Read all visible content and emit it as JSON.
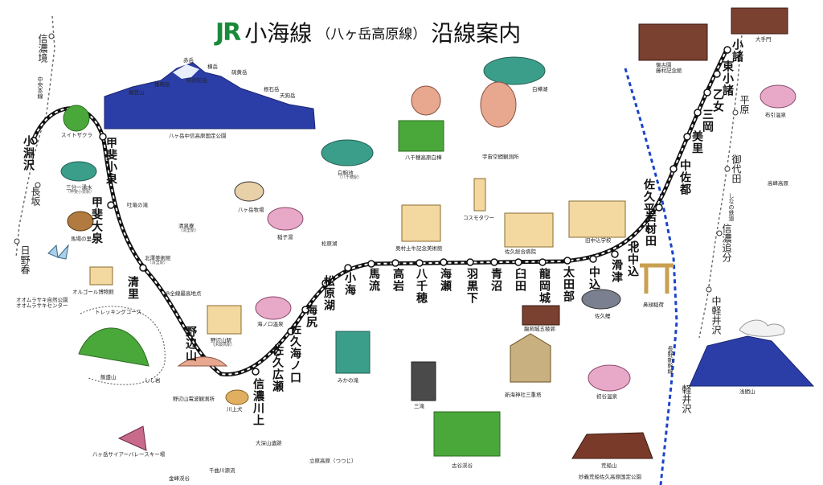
{
  "title": {
    "logo": "JR",
    "line": "小海線",
    "nickname": "（八ヶ岳高原線）",
    "suffix": "沿線案内"
  },
  "stations": [
    {
      "id": "kobuchizawa",
      "name": "小淵沢"
    },
    {
      "id": "kai-koizumi",
      "name": "甲斐小泉"
    },
    {
      "id": "kai-oizumi",
      "name": "甲斐大泉"
    },
    {
      "id": "kiyosato",
      "name": "清里"
    },
    {
      "id": "nobeyama",
      "name": "野辺山"
    },
    {
      "id": "shinano-kawakami",
      "name": "信濃川上"
    },
    {
      "id": "saku-hirose",
      "name": "佐久広瀬"
    },
    {
      "id": "saku-uminokuchi",
      "name": "佐久海ノ口"
    },
    {
      "id": "umijiri",
      "name": "海尻"
    },
    {
      "id": "matsubarako",
      "name": "松原湖"
    },
    {
      "id": "koumi",
      "name": "小海"
    },
    {
      "id": "maruyama",
      "name": "馬流"
    },
    {
      "id": "takaiwa",
      "name": "高岩"
    },
    {
      "id": "yachiho",
      "name": "八千穂"
    },
    {
      "id": "unose",
      "name": "海瀬"
    },
    {
      "id": "hakuroshita",
      "name": "羽黒下"
    },
    {
      "id": "aonuma",
      "name": "青沼"
    },
    {
      "id": "usuda",
      "name": "臼田"
    },
    {
      "id": "ryuokajo",
      "name": "龍岡城"
    },
    {
      "id": "otabe",
      "name": "太田部"
    },
    {
      "id": "nakagomi",
      "name": "中込"
    },
    {
      "id": "takigawa",
      "name": "滑津"
    },
    {
      "id": "kitanakagomi",
      "name": "北中込"
    },
    {
      "id": "iwamurada",
      "name": "岩村田"
    },
    {
      "id": "sakudaira",
      "name": "佐久平"
    },
    {
      "id": "nakasato",
      "name": "中佐都"
    },
    {
      "id": "misato",
      "name": "美里"
    },
    {
      "id": "mitsuoka",
      "name": "三岡"
    },
    {
      "id": "otome",
      "name": "乙女"
    },
    {
      "id": "higashi-komoro",
      "name": "東小諸"
    },
    {
      "id": "komoro",
      "name": "小諸"
    }
  ],
  "other_stations": {
    "nagasaka": "長坂",
    "hinoharu": "日野春",
    "shinano_sakai": "信濃境",
    "hirahara": "平原",
    "miyota": "御代田",
    "shinano_oiwake": "信濃追分",
    "naka_karuizawa": "中軽井沢",
    "karuizawa": "軽井沢"
  },
  "rail_labels": {
    "chuo": "中央本線",
    "shinano_railway": "しなの鉄道",
    "hokuriku_shinkansen": "長野新幹線"
  },
  "spots": [
    {
      "id": "yatsugatake-mountains",
      "name": "八ヶ岳中信高原国定公園"
    },
    {
      "id": "peak-akadake",
      "name": "赤岳"
    },
    {
      "id": "peak-yokodake",
      "name": "横岳"
    },
    {
      "id": "peak-amidadake",
      "name": "阿弥陀岳"
    },
    {
      "id": "peak-gongendake",
      "name": "権現岳"
    },
    {
      "id": "peak-amigasayama",
      "name": "編笠山"
    },
    {
      "id": "peak-iodake",
      "name": "硫黄岳"
    },
    {
      "id": "peak-nekodake",
      "name": "根石岳"
    },
    {
      "id": "peak-tengudake",
      "name": "天狗岳"
    },
    {
      "id": "suito-sakura",
      "name": "スイトザクラ"
    },
    {
      "id": "sanbuichi",
      "name": "三分一湧水",
      "sub": "（甲斐小泉駅）"
    },
    {
      "id": "horse-farm",
      "name": "馬場の里"
    },
    {
      "id": "omurasaki-park",
      "name": "オオムラサキ自然公園",
      "extra": "オオムラサキセンター"
    },
    {
      "id": "orgel",
      "name": "オルゴール博物館"
    },
    {
      "id": "kiyosato-plateau",
      "name": "清泉寮",
      "sub": "（清里駅）"
    },
    {
      "id": "takimoto",
      "name": "吐竜の滝"
    },
    {
      "id": "kiyosato-art",
      "name": "北澤美術館",
      "sub": "（清里駅）"
    },
    {
      "id": "railway-highest",
      "name": "JR全線最高地点"
    },
    {
      "id": "nobeyama-station",
      "name": "野辺山駅",
      "sub": "（JR最高駅）"
    },
    {
      "id": "nobeyama-observatory",
      "name": "野辺山電波観測所"
    },
    {
      "id": "kawakami-dog",
      "name": "川上犬"
    },
    {
      "id": "yatsugatake-farm",
      "name": "八ヶ岳牧場"
    },
    {
      "id": "shirakomaike",
      "name": "白駒池",
      "sub": "（八千穂駅）"
    },
    {
      "id": "inako-spa",
      "name": "稲子湯"
    },
    {
      "id": "matsubara-lake",
      "name": "松原湖"
    },
    {
      "id": "umi-no-kuchi-spa",
      "name": "海ノ口温泉"
    },
    {
      "id": "mikano-fall",
      "name": "みかの滝"
    },
    {
      "id": "ohuka-falls",
      "name": "大深山遺跡"
    },
    {
      "id": "tatesgahara",
      "name": "立原高原（つつじ）"
    },
    {
      "id": "senganike",
      "name": "千曲川源流"
    },
    {
      "id": "kinpukei",
      "name": "金峰渓谷"
    },
    {
      "id": "skivalley",
      "name": "八ヶ岳サイアーバレースキー場"
    },
    {
      "id": "yachiho-highland",
      "name": "八千穂高原白樺"
    },
    {
      "id": "oku-museum",
      "name": "奥村土牛記念美術館"
    },
    {
      "id": "space-station",
      "name": "宇宙空間観測所"
    },
    {
      "id": "coscosmo",
      "name": "コスモタワー"
    },
    {
      "id": "sakugoriza",
      "name": "佐久総合病院"
    },
    {
      "id": "old-school",
      "name": "旧中込学校"
    },
    {
      "id": "tatsuoka-castle",
      "name": "龍岡城五稜郭"
    },
    {
      "id": "pagoda",
      "name": "新海神社三重塔"
    },
    {
      "id": "hakuyo-lake",
      "name": "白樺湖"
    },
    {
      "id": "koi",
      "name": "佐久鯉"
    },
    {
      "id": "torii",
      "name": "鼻顔稲荷"
    },
    {
      "id": "hatsutani",
      "name": "初谷温泉"
    },
    {
      "id": "chichibu",
      "name": "荒船山"
    },
    {
      "id": "kokyo-gorge",
      "name": "古谷渓谷"
    },
    {
      "id": "kaikomu",
      "name": "三滝"
    },
    {
      "id": "yoshida-memorial",
      "name": "懐古園",
      "extra": "藤村記念館"
    },
    {
      "id": "otemon",
      "name": "大手門"
    },
    {
      "id": "hoshi-spa",
      "name": "布引温泉"
    },
    {
      "id": "takamine",
      "name": "高峰高原"
    },
    {
      "id": "asamayama",
      "name": "浅間山"
    },
    {
      "id": "park-bottom",
      "name": "妙義荒船佐久高原国定公園"
    },
    {
      "id": "shishi",
      "name": "しし岩"
    },
    {
      "id": "yokuozan",
      "name": "飯盛山"
    },
    {
      "id": "trekking",
      "name": "トレッキングコース"
    }
  ],
  "colors": {
    "jr_green": "#1a8a3a",
    "mountain_blue": "#2b3ea8",
    "shinkansen_blue": "#1a44c8",
    "track_black": "#111111",
    "lake_teal": "#3a9e8a",
    "grass_green": "#4aa83a"
  },
  "icons": [
    "mountain-icon",
    "lake-icon",
    "tree-icon",
    "building-icon",
    "onsen-icon",
    "waterfall-icon",
    "pagoda-icon",
    "torii-icon",
    "fish-icon",
    "dog-icon",
    "horse-icon",
    "telescope-icon",
    "castle-icon",
    "butterfly-icon",
    "skier-icon",
    "volcano-icon"
  ]
}
